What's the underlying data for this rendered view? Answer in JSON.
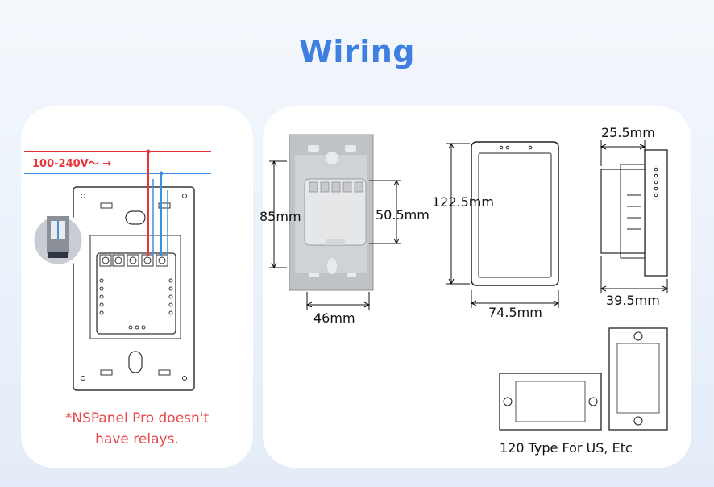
{
  "title": "Wiring",
  "voltage_label": "100-240V～ →",
  "note": {
    "line1": "*NSPanel Pro doesn't",
    "line2": "have relays."
  },
  "dimensions": {
    "height_with_box": "85mm",
    "box_height": "50.5mm",
    "box_width": "46mm",
    "panel_height": "122.5mm",
    "panel_width": "74.5mm",
    "top_depth": "25.5mm",
    "total_depth": "39.5mm"
  },
  "caption": "120 Type For US, Etc",
  "colors": {
    "title": "#3f7fe0",
    "live_wire": "#e8343a",
    "neutral_wire": "#3a8fe0",
    "note": "#e9464a"
  }
}
